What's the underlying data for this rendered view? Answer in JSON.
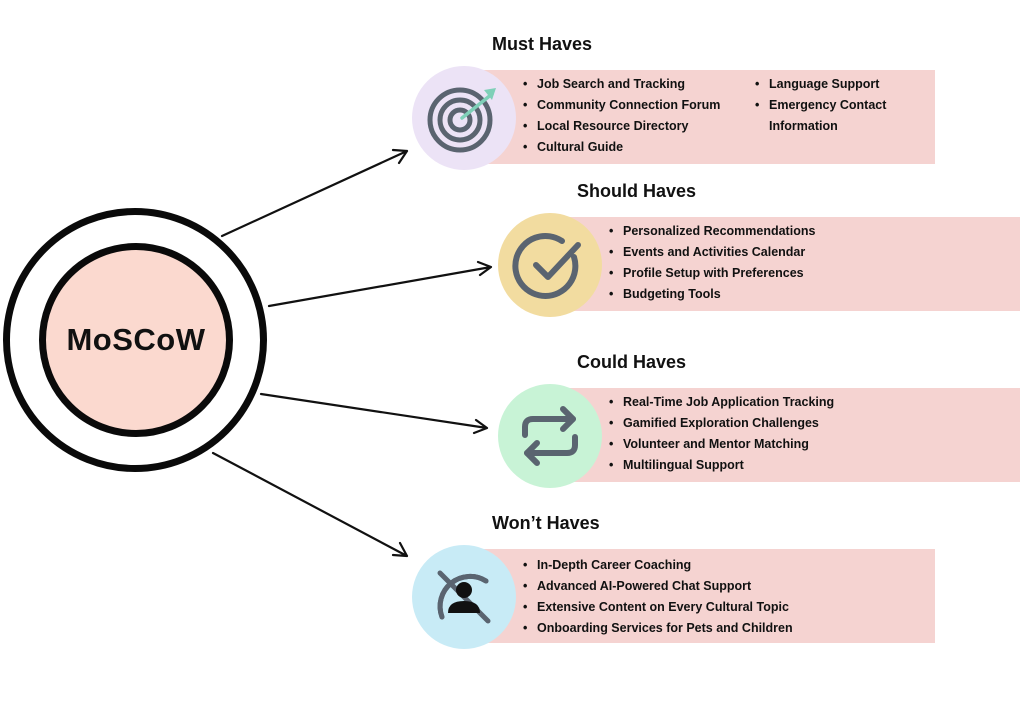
{
  "center": {
    "label": "MoSCoW"
  },
  "colors": {
    "panel": "#f5d3d1",
    "hub_fill": "#fbd9cf",
    "must_circle": "#ece3f6",
    "should_circle": "#f2dca0",
    "could_circle": "#c8f3d6",
    "wont_circle": "#c8ebf6",
    "icon_color": "#5a6470",
    "accent": "#7fd0b8"
  },
  "categories": [
    {
      "title": "Must Haves",
      "icon": "target-icon",
      "items_col1": [
        "Job Search and Tracking",
        "Community Connection Forum",
        "Local Resource Directory",
        "Cultural Guide"
      ],
      "items_col2": [
        "Language Support",
        "Emergency Contact",
        "Information"
      ]
    },
    {
      "title": "Should Haves",
      "icon": "checkmark-circle-icon",
      "items_col1": [
        "Personalized Recommendations",
        "Events and Activities Calendar",
        "Profile Setup with Preferences",
        "Budgeting Tools"
      ]
    },
    {
      "title": "Could Haves",
      "icon": "repeat-icon",
      "items_col1": [
        "Real-Time Job Application Tracking",
        "Gamified Exploration Challenges",
        "Volunteer and Mentor Matching",
        "Multilingual Support"
      ]
    },
    {
      "title": "Won’t Haves",
      "icon": "no-user-icon",
      "items_col1": [
        "In-Depth Career Coaching",
        "Advanced AI-Powered Chat Support",
        "Extensive Content on Every Cultural Topic",
        "Onboarding Services for Pets and Children"
      ]
    }
  ]
}
